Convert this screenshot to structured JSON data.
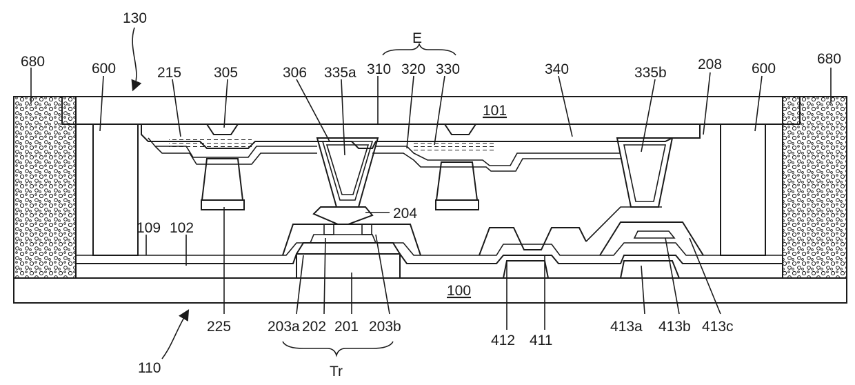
{
  "figure": {
    "labels": {
      "l130": "130",
      "l110": "110",
      "l680a": "680",
      "l680b": "680",
      "l600a": "600",
      "l600b": "600",
      "l215": "215",
      "l305": "305",
      "l306": "306",
      "l335a": "335a",
      "l310": "310",
      "l320": "320",
      "l330": "330",
      "lE": "E",
      "l340": "340",
      "l335b": "335b",
      "l208": "208",
      "l101": "101",
      "l100": "100",
      "l204": "204",
      "l109": "109",
      "l102": "102",
      "l225": "225",
      "l203a": "203a",
      "l202": "202",
      "l201": "201",
      "l203b": "203b",
      "lTr": "Tr",
      "l412": "412",
      "l411": "411",
      "l413a": "413a",
      "l413b": "413b",
      "l413c": "413c"
    }
  }
}
